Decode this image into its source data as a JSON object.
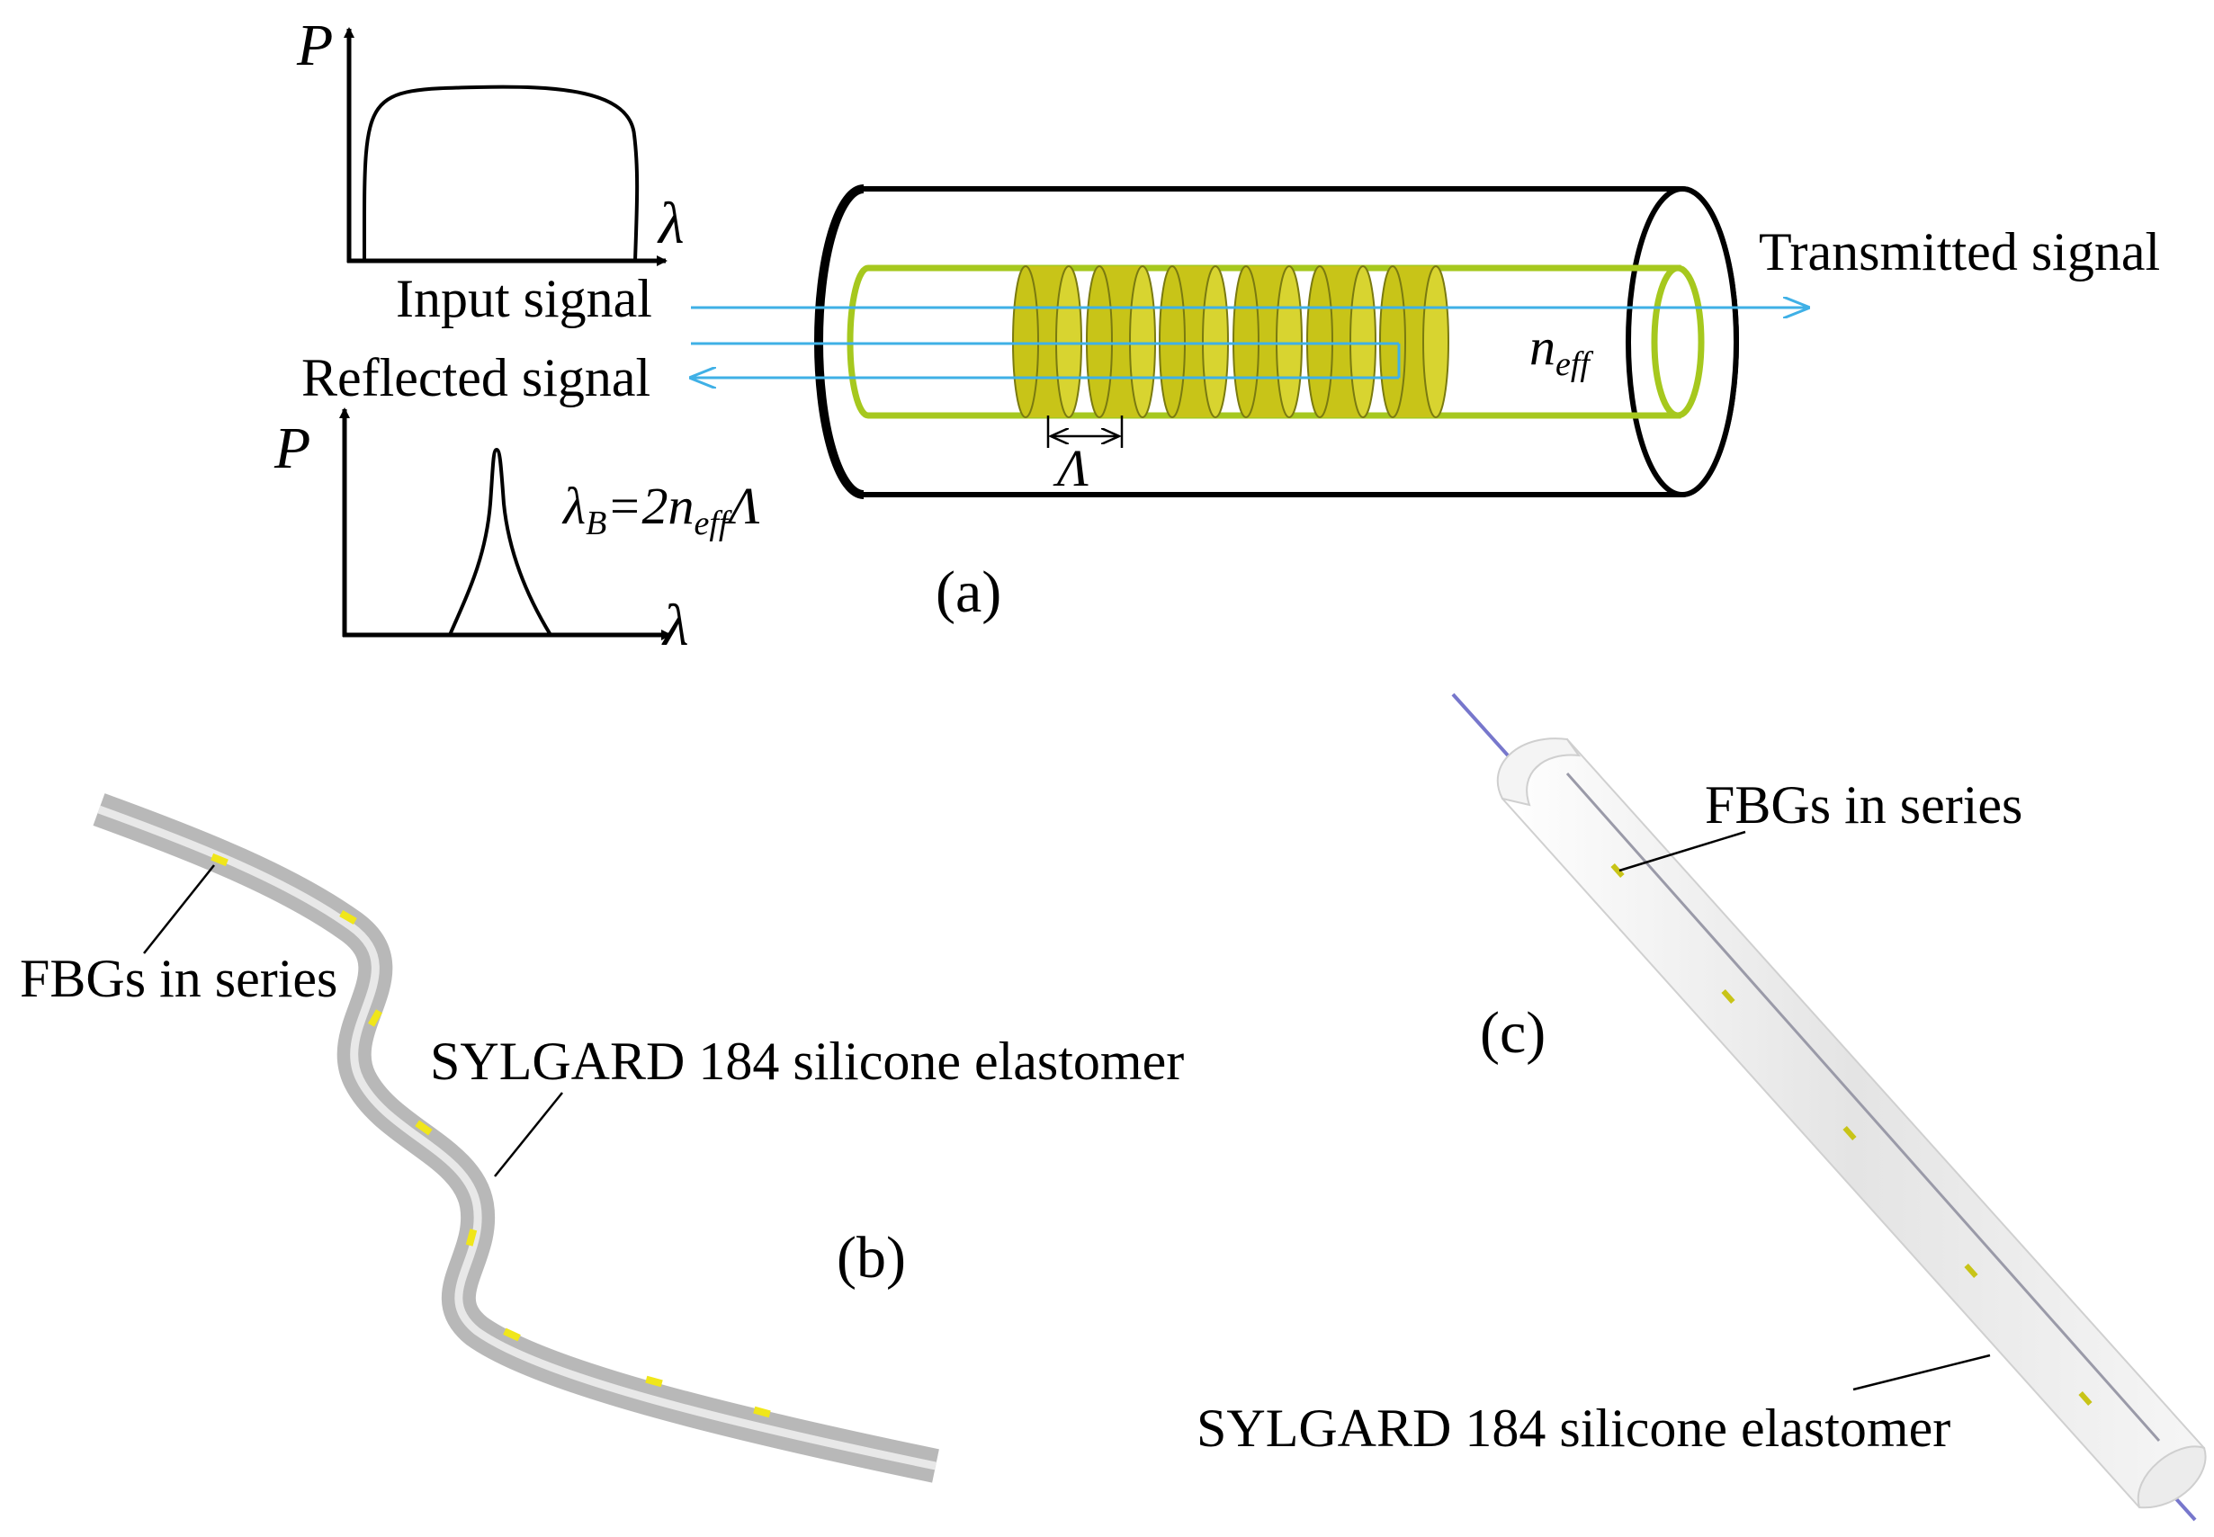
{
  "panel_a": {
    "label": "(a)",
    "input_signal": "Input signal",
    "reflected_signal": "Reflected signal",
    "transmitted_signal": "Transmitted signal",
    "axis_power": "P",
    "axis_wavelength": "λ",
    "neff_base": "n",
    "neff_sub": "eff",
    "period_symbol": "Λ",
    "bragg_lambda": "λ",
    "bragg_sub_b": "B",
    "bragg_eq_mid": "=2",
    "bragg_n": "n",
    "bragg_sub_eff": "eff",
    "bragg_period": "Λ"
  },
  "panel_b": {
    "label": "(b)",
    "fbg_label": "FBGs in series",
    "elastomer_label": "SYLGARD 184 silicone elastomer"
  },
  "panel_c": {
    "label": "(c)",
    "fbg_label": "FBGs in series",
    "elastomer_label": "SYLGARD 184 silicone elastomer"
  },
  "colors": {
    "grating": "#c8c418",
    "grating_edge": "#7a7a10",
    "core_outline": "#a6c81e",
    "signal_arrow": "#3fb0e6",
    "elastomer_dark": "#b8b8b8",
    "elastomer_light": "#e8e8e8",
    "fbg_mark": "#f0e61a",
    "fiber_line": "#7777cc"
  }
}
